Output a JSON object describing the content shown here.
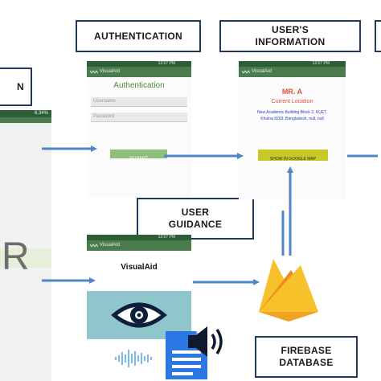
{
  "labels": {
    "authentication": "AUTHENTICATION",
    "users_information_line1": "USER'S",
    "users_information_line2": "INFORMATION",
    "user_guidance_line1": "USER",
    "user_guidance_line2": "GUIDANCE",
    "firebase_line1": "FIREBASE",
    "firebase_line2": "DATABASE",
    "left_partial": "N"
  },
  "left_phone": {
    "status_text": "6.34%",
    "big_letter": "R"
  },
  "auth_screen": {
    "status_text": "12:07 PM",
    "app_name": "VisualAid",
    "title": "Authentication",
    "username_placeholder": "Username",
    "password_placeholder": "Password",
    "submit_label": "SUBMIT"
  },
  "info_screen": {
    "status_text": "12:07 PM",
    "app_name": "VisualAid",
    "name": "MR. A",
    "current_location_label": "Current Location",
    "address_line1": "New Academic Building Block 2, KUET,",
    "address_line2": "Khulna 9203, Bangladesh, null, null",
    "map_button_label": "SHOW IN GOOGLE MAP"
  },
  "guidance_screen": {
    "status_text": "12:07 PM",
    "app_name": "VisualAid",
    "title": "VisualAid"
  },
  "colors": {
    "app_bar": "#4a7c4e",
    "status_bar": "#2e5e38",
    "arrow": "#4f86c6",
    "label_border": "#1f3a5c",
    "submit_button": "#8fbf7c",
    "map_button": "#c8c82a",
    "name_color": "#e0503c",
    "address_color": "#2a3ad0",
    "eye_panel": "#8ec6cc",
    "firebase_yellow": "#f6c12b",
    "firebase_orange": "#f28a1e",
    "doc_blue": "#2a78e4"
  },
  "icons": [
    "wave-logo-icon",
    "eye-icon",
    "firebase-flame-icon",
    "document-icon",
    "speaker-icon",
    "sound-wave-icon"
  ]
}
